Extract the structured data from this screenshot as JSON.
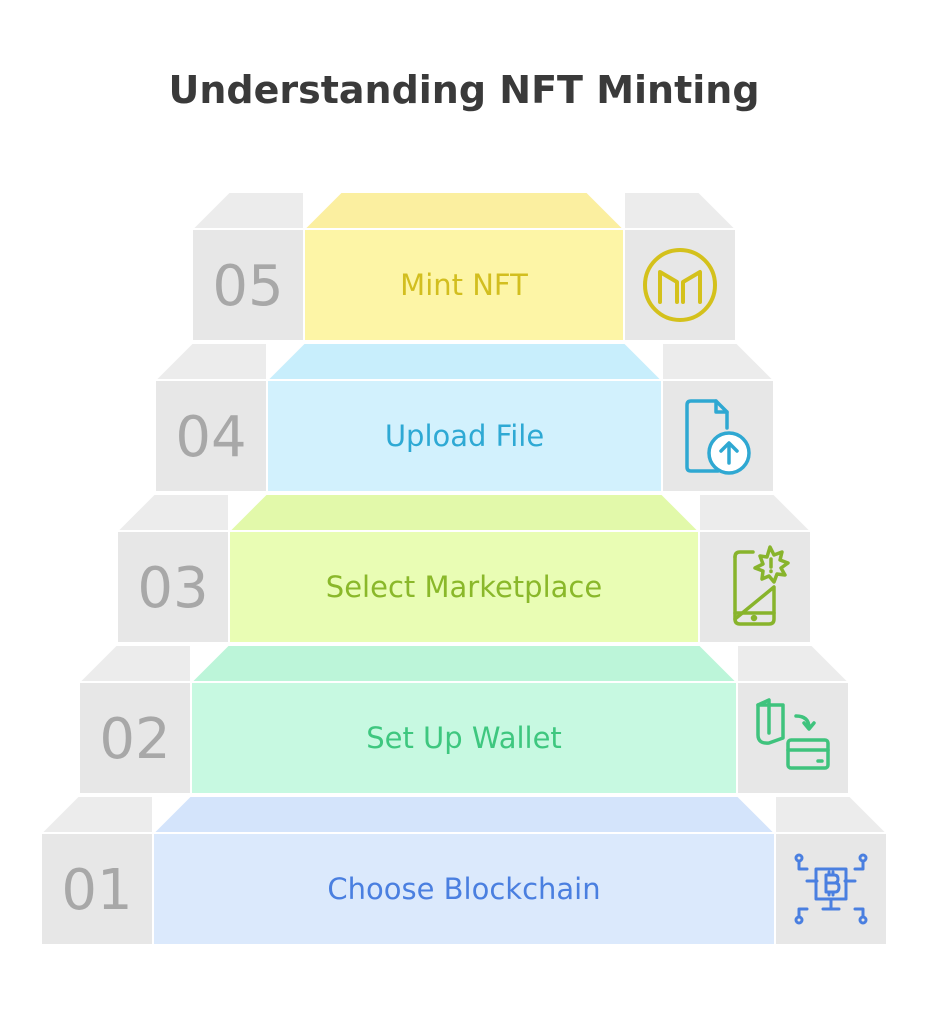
{
  "title": "Understanding NFT Minting",
  "steps": [
    {
      "number": "05",
      "label": "Mint NFT",
      "icon": "maker-coin-icon",
      "colors": {
        "fill": "#fdf5a6",
        "top": "#fbefa0",
        "text": "#d2be1f",
        "icon": "#d4c11c"
      }
    },
    {
      "number": "04",
      "label": "Upload File",
      "icon": "file-upload-icon",
      "colors": {
        "fill": "#d2f1fd",
        "top": "#c8eefc",
        "text": "#2ea9d4",
        "icon": "#2fa8d2"
      }
    },
    {
      "number": "03",
      "label": "Select Marketplace",
      "icon": "mobile-alert-icon",
      "colors": {
        "fill": "#e9fdb4",
        "top": "#e2f9aa",
        "text": "#8ab82a",
        "icon": "#88b42c"
      }
    },
    {
      "number": "02",
      "label": "Set Up Wallet",
      "icon": "wallet-card-transfer-icon",
      "colors": {
        "fill": "#c7f9e1",
        "top": "#bcf5d9",
        "text": "#3ec77f",
        "icon": "#3fc37d"
      }
    },
    {
      "number": "01",
      "label": "Choose Blockchain",
      "icon": "bitcoin-network-icon",
      "colors": {
        "fill": "#dbe9fc",
        "top": "#d4e4fb",
        "text": "#4a7fe0",
        "icon": "#4a7fe0"
      }
    }
  ]
}
